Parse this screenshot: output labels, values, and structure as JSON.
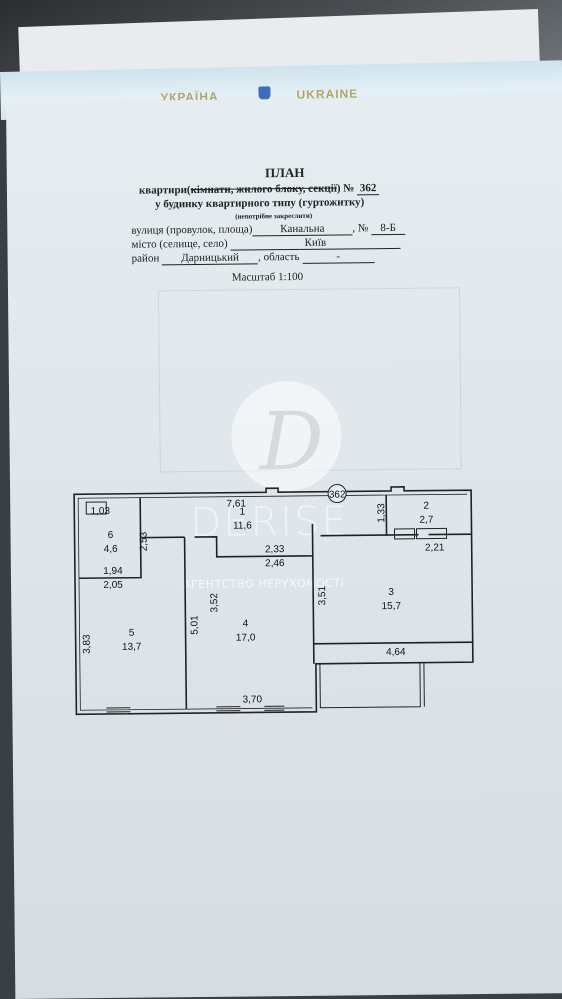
{
  "certificate": {
    "left_text": "УКРАЇНА",
    "right_text": "UKRAINE"
  },
  "header": {
    "title": "ПЛАН",
    "line1_prefix": "квартири(",
    "line1_struck": "кімнати, жилого блоку, секції",
    "line1_suffix": ") №",
    "apartment_number": "362",
    "line2": "у будинку квартирного типу (гуртожитку)",
    "note": "(непотрібне закреслити)",
    "street_label": "вулиця (провулок, площа)",
    "street_value": "Канальна",
    "number_label": ", №",
    "building_number": "8-Б",
    "city_label": "місто (селище, село)",
    "city_value": "Київ",
    "district_label": "район",
    "district_value": "Дарницький",
    "region_label": ", область",
    "region_value": "-",
    "scale": "Масштаб 1:100"
  },
  "watermark": {
    "brand": "DERISE",
    "subtitle": "АГЕНТСТВО НЕРУХОМОСТІ"
  },
  "plan": {
    "apartment_marker": "362",
    "rooms": [
      {
        "number": "1",
        "area": "11,6"
      },
      {
        "number": "2",
        "area": "2,7"
      },
      {
        "number": "3",
        "area": "15,7"
      },
      {
        "number": "4",
        "area": "17,0"
      },
      {
        "number": "5",
        "area": "13,7"
      },
      {
        "number": "6",
        "area": "4,6"
      }
    ],
    "dimensions": {
      "d761": "7,61",
      "d103": "1,03",
      "d253": "2,53",
      "d133": "1,33",
      "d233": "2,33",
      "d246": "2,46",
      "d221": "2,21",
      "d194": "1,94",
      "d205": "2,05",
      "d352": "3,52",
      "d501": "5,01",
      "d351": "3,51",
      "d383": "3,83",
      "d464": "4,64",
      "d370": "3,70"
    }
  }
}
